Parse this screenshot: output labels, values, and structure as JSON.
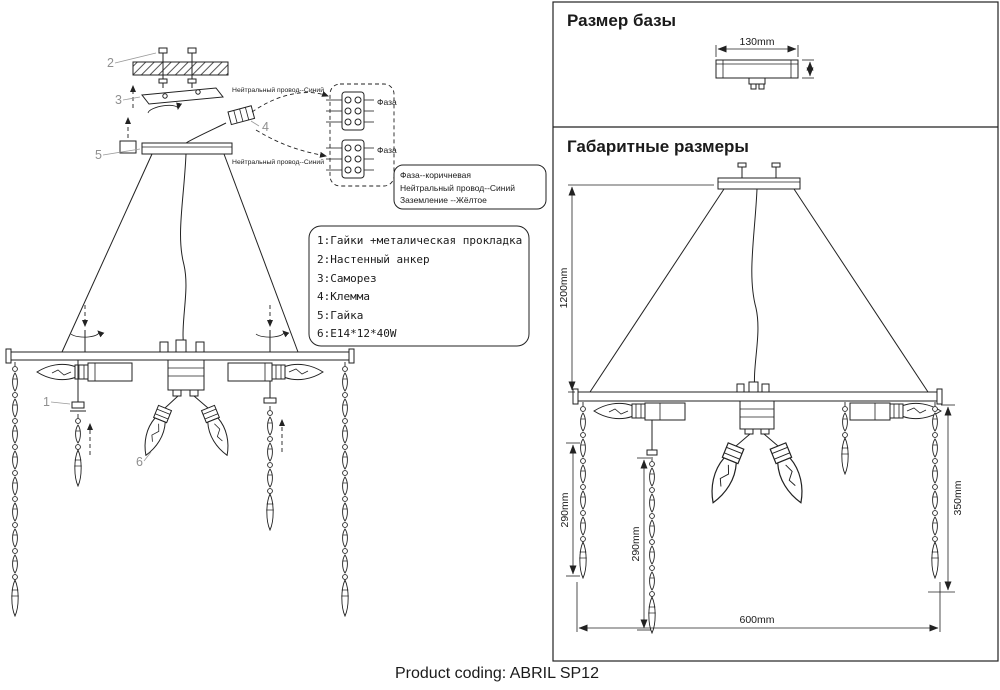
{
  "left": {
    "callouts": {
      "c1": "1",
      "c2": "2",
      "c3": "3",
      "c4": "4",
      "c5": "5",
      "c6": "6"
    },
    "wiring": {
      "neutral_label_top": "Нейтральный провод--Синий",
      "neutral_label_bottom": "Нейтральный провод--Синий",
      "phase_label_top": "Фаза",
      "phase_label_bottom": "Фаза"
    },
    "legend": {
      "phase": "Фаза--коричневая",
      "neutral": "Нейтральный провод--Синий",
      "ground": "Заземление --Жёлтое"
    },
    "parts": [
      "1:Гайки +металическая прокладка",
      "2:Настенный анкер",
      "3:Саморез",
      "4:Клемма",
      "5:Гайка",
      "6:E14*12*40W"
    ]
  },
  "base_panel": {
    "title": "Размер базы",
    "width_dim": "130mm"
  },
  "dims_panel": {
    "title": "Габаритные размеры",
    "height_dim": "1200mm",
    "left_drop_dim": "290mm",
    "mid_drop_dim": "290mm",
    "right_drop_dim": "350mm",
    "width_dim": "600mm"
  },
  "footer": {
    "product_coding": "Product coding: ABRIL SP12"
  }
}
